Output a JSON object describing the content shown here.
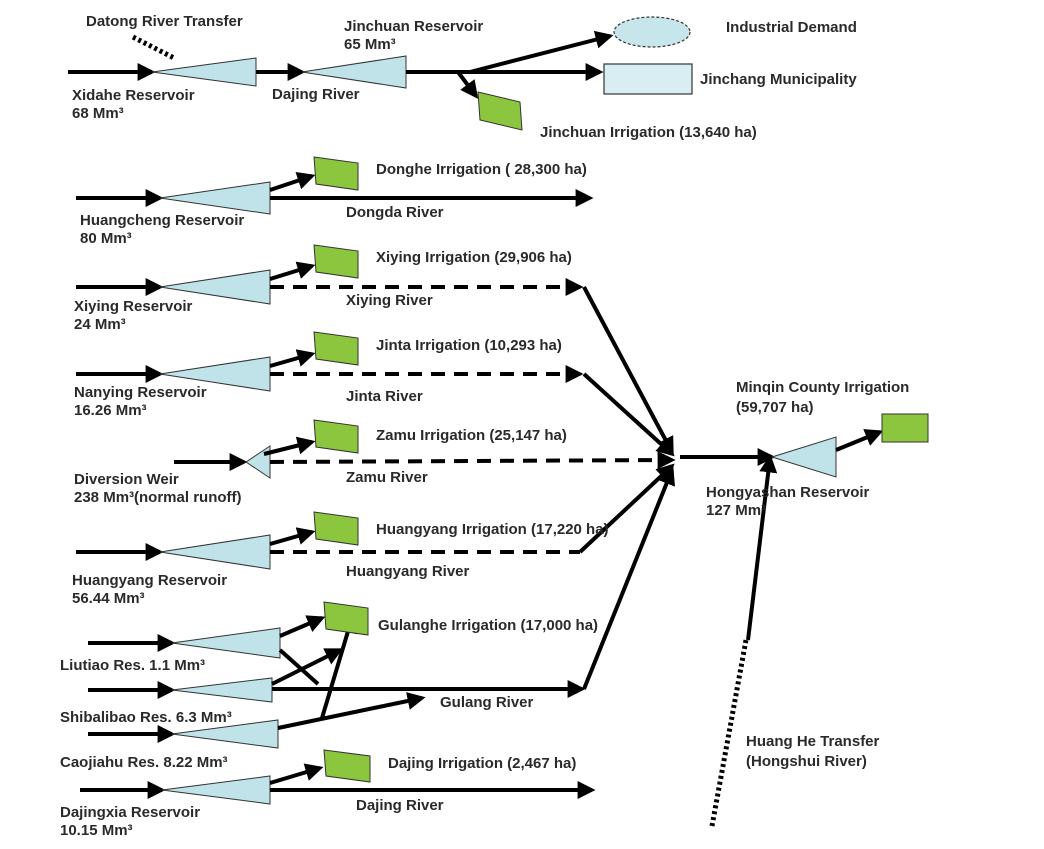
{
  "labels": {
    "datong_transfer": "Datong River Transfer",
    "jinchuan_reservoir": "Jinchuan Reservoir",
    "jinchuan_reservoir_vol": "65 Mm³",
    "industrial_demand": "Industrial Demand",
    "jinchang_municipality": "Jinchang Municipality",
    "xidahe_reservoir": "Xidahe Reservoir",
    "xidahe_reservoir_vol": "68 Mm³",
    "dajing_river_top": "Dajing River",
    "jinchuan_irrigation": "Jinchuan Irrigation (13,640 ha)",
    "donghe_irrigation": "Donghe Irrigation ( 28,300 ha)",
    "huangcheng_reservoir": "Huangcheng Reservoir",
    "huangcheng_reservoir_vol": "80 Mm³",
    "dongda_river": "Dongda River",
    "xiying_irrigation": "Xiying Irrigation (29,906 ha)",
    "xiying_reservoir": "Xiying Reservoir",
    "xiying_reservoir_vol": "24 Mm³",
    "xiying_river": "Xiying River",
    "jinta_irrigation": "Jinta Irrigation (10,293 ha)",
    "nanying_reservoir": "Nanying Reservoir",
    "nanying_reservoir_vol": "16.26 Mm³",
    "jinta_river": "Jinta River",
    "minqin_irrigation": "Minqin County Irrigation",
    "minqin_irrigation_area": "(59,707 ha)",
    "zamu_irrigation": "Zamu Irrigation (25,147 ha)",
    "diversion_weir": "Diversion Weir",
    "diversion_weir_vol": "238 Mm³(normal runoff)",
    "zamu_river": "Zamu River",
    "hongyashan_reservoir": "Hongyashan Reservoir",
    "hongyashan_reservoir_vol": "127 Mm³",
    "huangyang_irrigation": "Huangyang Irrigation (17,220 ha)",
    "huangyang_reservoir": "Huangyang Reservoir",
    "huangyang_reservoir_vol": "56.44 Mm³",
    "huangyang_river": "Huangyang River",
    "gulanghe_irrigation": "Gulanghe Irrigation (17,000 ha)",
    "liutiao_res": "Liutiao Res. 1.1 Mm³",
    "gulang_river": "Gulang River",
    "shibalibao_res": "Shibalibao Res. 6.3 Mm³",
    "huanghe_transfer": "Huang He Transfer",
    "hongshui_river": "(Hongshui River)",
    "caojiahu_res": "Caojiahu Res. 8.22 Mm³",
    "dajing_irrigation": "Dajing Irrigation (2,467 ha)",
    "dajingxia_reservoir": "Dajingxia Reservoir",
    "dajingxia_reservoir_vol": "10.15 Mm³",
    "dajing_river_bottom": "Dajing River"
  },
  "colors": {
    "reservoir_fill": "#bfe3e8",
    "irrigation_fill": "#8cc63f",
    "flow_line": "#000000",
    "text": "#2a2a2a"
  }
}
